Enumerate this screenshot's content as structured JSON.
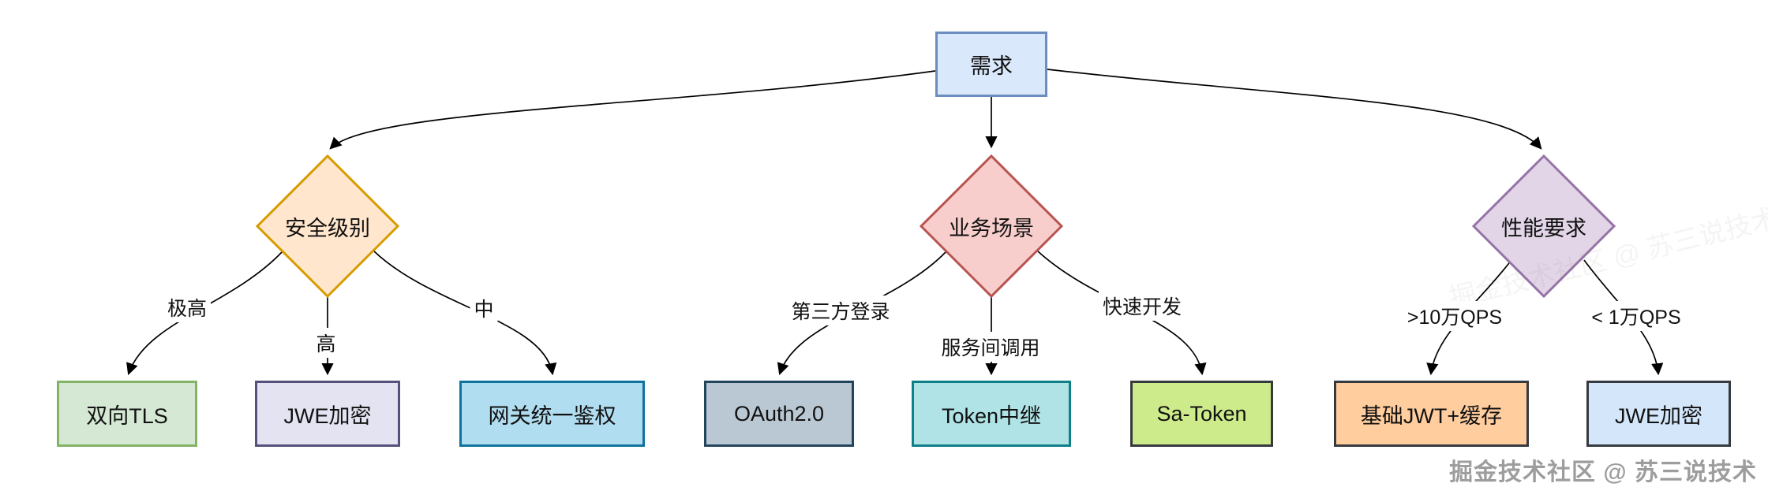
{
  "diagram": {
    "title_node": "需求",
    "edge_color": "#000000"
  },
  "nodes": {
    "root": {
      "label": "需求",
      "fill": "#dae8fc",
      "stroke": "#6c8ebf"
    },
    "security": {
      "label": "安全级别",
      "fill": "#ffe6cc",
      "stroke": "#d79b00"
    },
    "business": {
      "label": "业务场景",
      "fill": "#f8cecc",
      "stroke": "#b85450"
    },
    "performance": {
      "label": "性能要求",
      "fill": "#e1d5e7",
      "stroke": "#9673a6"
    },
    "mtls": {
      "label": "双向TLS",
      "fill": "#d5e8d4",
      "stroke": "#82b366"
    },
    "jwe_left": {
      "label": "JWE加密",
      "fill": "#e3e3f2",
      "stroke": "#55517b"
    },
    "gateway": {
      "label": "网关统一鉴权",
      "fill": "#b1ddf0",
      "stroke": "#10739e"
    },
    "oauth": {
      "label": "OAuth2.0",
      "fill": "#bac8d3",
      "stroke": "#23445d"
    },
    "token_relay": {
      "label": "Token中继",
      "fill": "#b0e3e6",
      "stroke": "#0e8088"
    },
    "sa_token": {
      "label": "Sa-Token",
      "fill": "#cdeb8b",
      "stroke": "#36393d"
    },
    "jwt_cache": {
      "label": "基础JWT+缓存",
      "fill": "#ffcd9e",
      "stroke": "#36393d"
    },
    "jwe_right": {
      "label": "JWE加密",
      "fill": "#d4e6fa",
      "stroke": "#36393d"
    }
  },
  "edge_labels": {
    "extreme_high": "极高",
    "high": "高",
    "medium": "中",
    "third_party_login": "第三方登录",
    "service_call": "服务间调用",
    "rapid_dev": "快速开发",
    "over_100k_qps": ">10万QPS",
    "under_10k_qps": "< 1万QPS"
  },
  "watermark": {
    "text": "掘金技术社区 @ 苏三说技术"
  }
}
